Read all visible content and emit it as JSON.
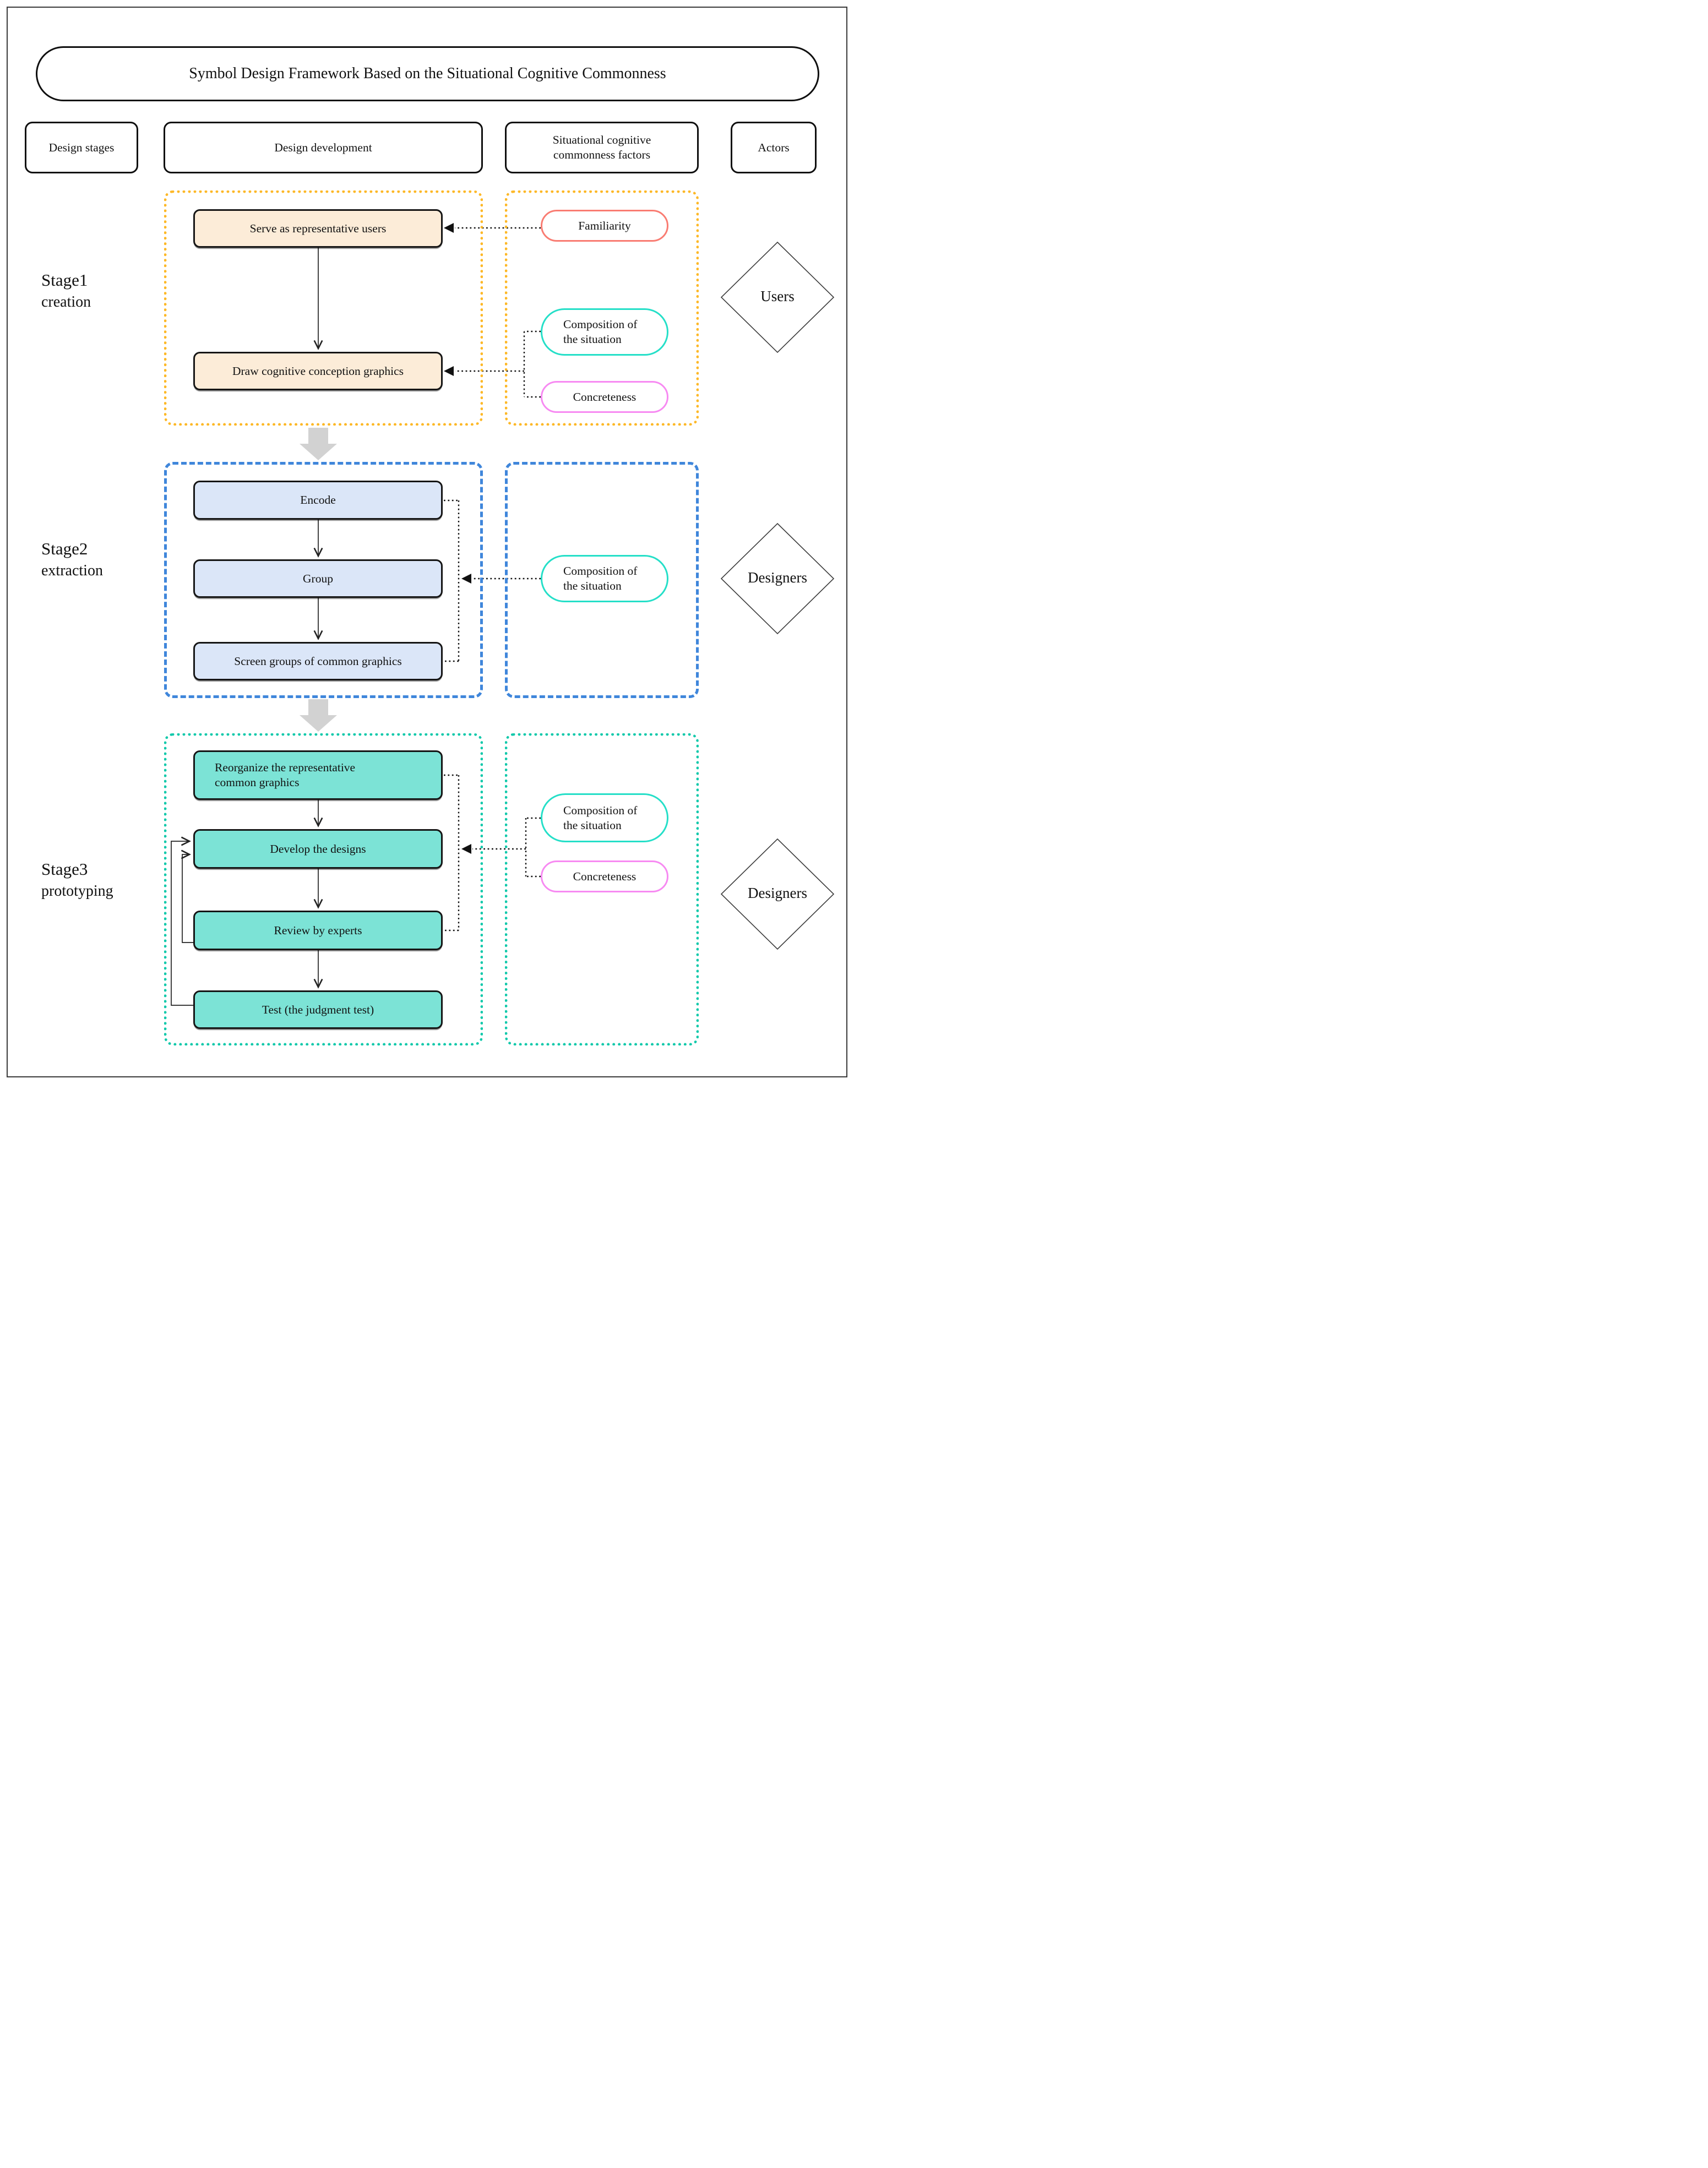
{
  "title": "Symbol Design Framework Based on the Situational Cognitive Commonness",
  "header": {
    "columns": [
      "Design stages",
      "Design development",
      "Situational cognitive commonness factors",
      "Actors"
    ]
  },
  "stages": [
    {
      "label": "Stage1",
      "sublabel": "creation",
      "steps": [
        "Serve as representative users",
        "Draw cognitive conception graphics"
      ],
      "factors": [
        "Familiarity",
        "Composition of the situation",
        "Concreteness"
      ],
      "actor": "Users"
    },
    {
      "label": "Stage2",
      "sublabel": "extraction",
      "steps": [
        "Encode",
        "Group",
        "Screen groups of common graphics"
      ],
      "factors": [
        "Composition of the situation"
      ],
      "actor": "Designers"
    },
    {
      "label": "Stage3",
      "sublabel": "prototyping",
      "steps": [
        "Reorganize the representative common graphics",
        "Develop the designs",
        "Review by experts",
        "Test (the judgment test)"
      ],
      "factors": [
        "Composition of the situation",
        "Concreteness"
      ],
      "actor": "Designers"
    }
  ],
  "colors": {
    "stage1_fill": "#fcecd8",
    "stage1_border": "#fdb827",
    "stage2_fill": "#dbe6f8",
    "stage2_border": "#3f86db",
    "stage3_fill": "#7ce3d6",
    "stage3_border": "#12c9ab",
    "familiarity_border": "#f97c72",
    "composition_border": "#25dfc8",
    "concreteness_border": "#f78af2",
    "block_arrow": "#d2d2d2"
  }
}
